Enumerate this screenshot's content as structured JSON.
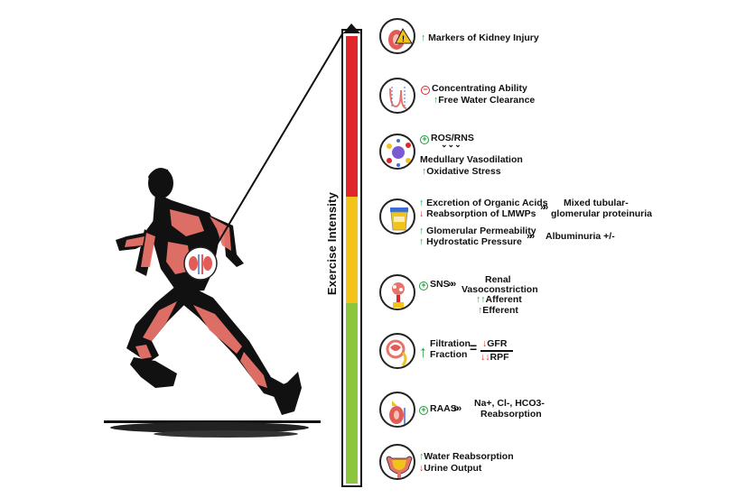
{
  "axis_label": "Exercise Intensity",
  "colors": {
    "red": "#e0262b",
    "yellow": "#f2c41a",
    "green": "#8cc63f",
    "up_arrow": "#1f9a3c",
    "down_arrow": "#d8262b",
    "muscle": "#e8736a"
  },
  "arrows": {
    "up": "↑",
    "down": "↓",
    "double_up": "↑↑",
    "double_down": "↓↓",
    "chevrons": "»»",
    "triple_down": "⌄⌄⌄",
    "plus": "+",
    "minus": "−",
    "equals": "="
  },
  "panels": [
    {
      "icon": "kidney-injury-icon",
      "lines": [
        "Markers of Kidney Injury"
      ]
    },
    {
      "icon": "nephron-concentration-icon",
      "lines": [
        "Concentrating Ability",
        "Free Water Clearance"
      ]
    },
    {
      "icon": "ros-cell-icon",
      "lines": [
        "ROS/RNS",
        "Medullary Vasodilation",
        "Oxidative Stress"
      ]
    },
    {
      "icon": "urine-cup-icon",
      "lines": [
        "Excretion of Organic Acids",
        "Reabsorption of LMWPs",
        "Mixed tubular-",
        "glomerular proteinuria",
        "Glomerular Permeability",
        "Hydrostatic Pressure",
        "Albuminuria +/-"
      ]
    },
    {
      "icon": "sns-neuron-icon",
      "lines": [
        "SNS",
        "Renal",
        "Vasoconstriction",
        "Afferent",
        "Efferent"
      ]
    },
    {
      "icon": "glomerulus-icon",
      "lines": [
        "Filtration",
        "Fraction",
        "GFR",
        "RPF"
      ]
    },
    {
      "icon": "adrenal-kidney-icon",
      "lines": [
        "RAAS",
        "Na+, Cl-, HCO3-",
        "Reabsorption"
      ]
    },
    {
      "icon": "bladder-icon",
      "lines": [
        "Water Reabsorption",
        "Urine Output"
      ]
    }
  ]
}
